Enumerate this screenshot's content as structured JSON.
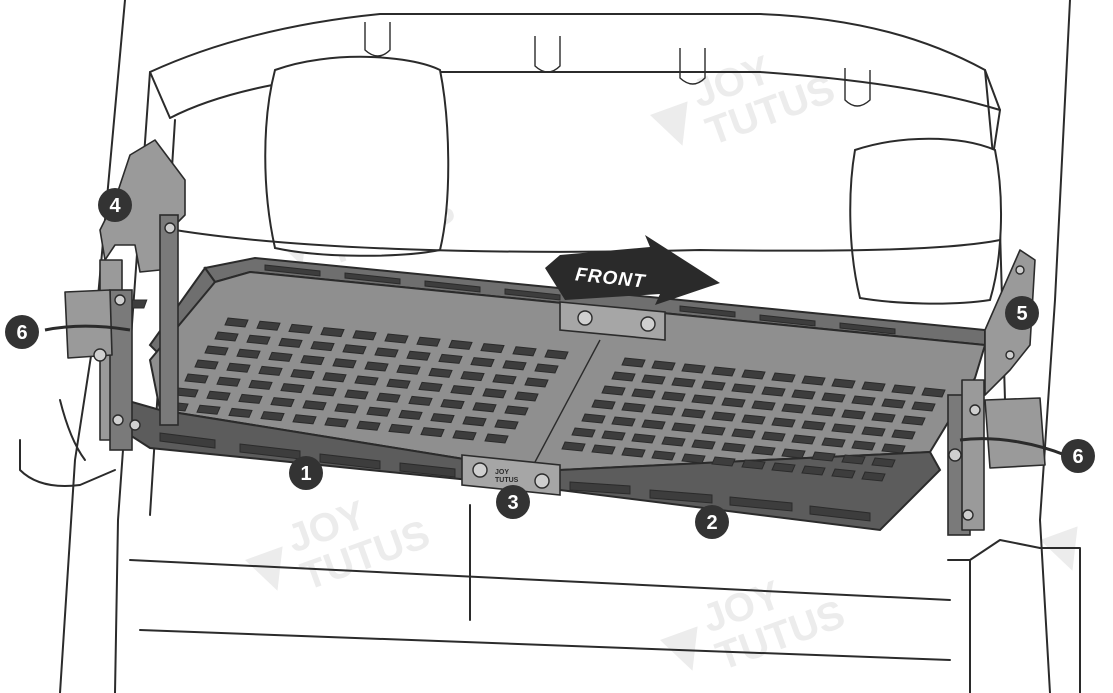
{
  "diagram": {
    "arrow_label": "FRONT",
    "watermark_line1": "JOY",
    "watermark_line2": "TUTUS",
    "plate_logo_line1": "JOY",
    "plate_logo_line2": "TUTUS",
    "callouts": [
      "1",
      "2",
      "3",
      "4",
      "5",
      "6",
      "6"
    ]
  }
}
